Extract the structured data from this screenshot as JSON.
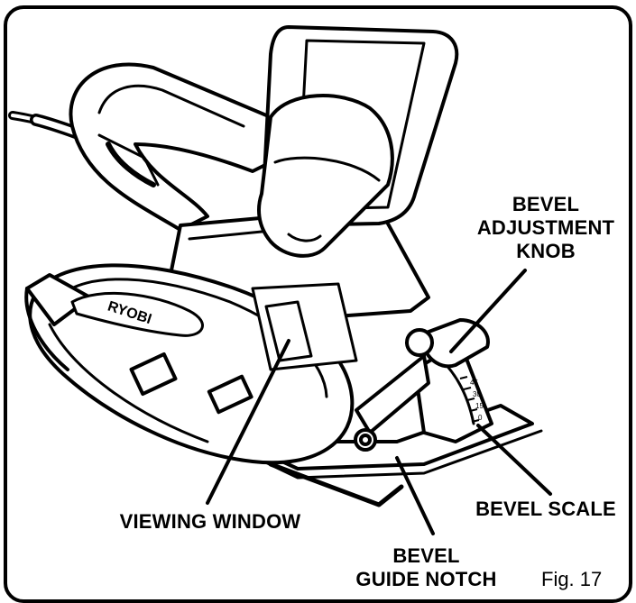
{
  "labels": {
    "bevel_adjustment_knob": [
      "BEVEL",
      "ADJUSTMENT",
      "KNOB"
    ],
    "viewing_window": "VIEWING WINDOW",
    "bevel_scale": "BEVEL SCALE",
    "bevel_guide_notch": [
      "BEVEL",
      "GUIDE NOTCH"
    ],
    "figure": "Fig. 17"
  },
  "brand_logo": "RYOBI",
  "scale_marks": [
    "0",
    "15",
    "30",
    "45"
  ]
}
